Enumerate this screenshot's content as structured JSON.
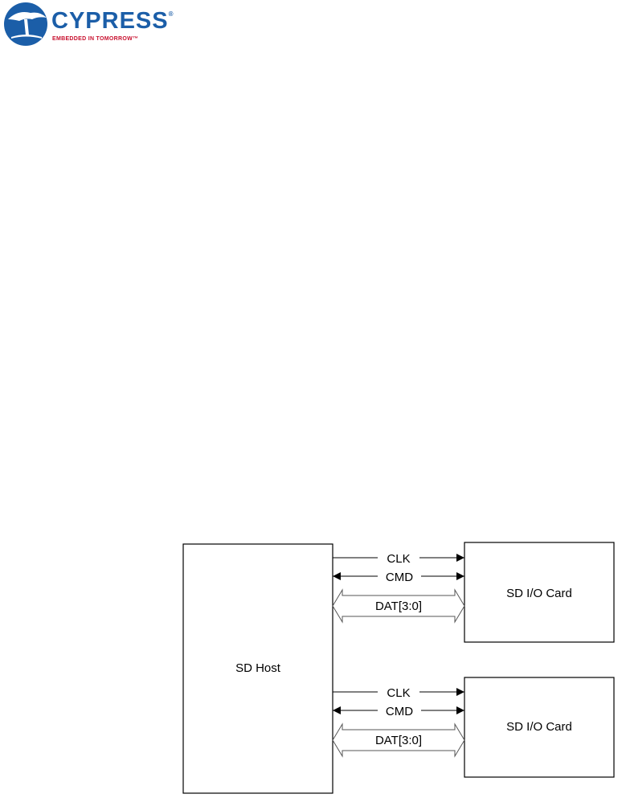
{
  "logo": {
    "brand": "CYPRESS",
    "registered": "®",
    "tagline": "EMBEDDED IN TOMORROW",
    "tm": "™"
  },
  "diagram": {
    "host_label": "SD Host",
    "cards": [
      {
        "label": "SD I/O Card",
        "clk": "CLK",
        "cmd": "CMD",
        "dat": "DAT[3:0]"
      },
      {
        "label": "SD I/O Card",
        "clk": "CLK",
        "cmd": "CMD",
        "dat": "DAT[3:0]"
      }
    ]
  }
}
